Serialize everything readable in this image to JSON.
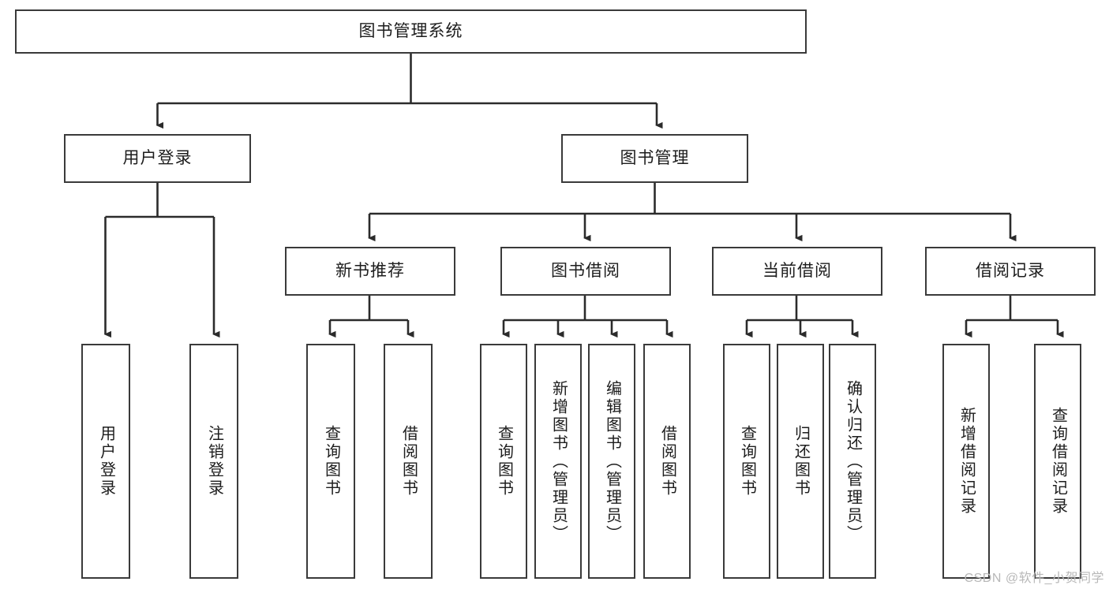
{
  "diagram": {
    "type": "tree-hierarchy",
    "title": "图书管理系统",
    "watermark": "CSDN @软件_小贺同学",
    "colors": {
      "box_border": "#3a3a3a",
      "box_fill": "#ffffff",
      "connector": "#2b2b2b",
      "text": "#1d1d1d",
      "watermark": "#b8b8b8",
      "background": "#ffffff"
    },
    "nodes": {
      "root": {
        "label": "图书管理系统"
      },
      "level2": [
        {
          "id": "user-login",
          "label": "用户登录"
        },
        {
          "id": "book-manage",
          "label": "图书管理"
        }
      ],
      "level3": [
        {
          "id": "new-book-recommend",
          "label": "新书推荐"
        },
        {
          "id": "book-borrow",
          "label": "图书借阅"
        },
        {
          "id": "current-borrow",
          "label": "当前借阅"
        },
        {
          "id": "borrow-record",
          "label": "借阅记录"
        }
      ],
      "leaves": {
        "user-login": [
          {
            "id": "leaf-user-login",
            "label": "用户登录"
          },
          {
            "id": "leaf-logout-login",
            "label": "注销登录"
          }
        ],
        "new-book-recommend": [
          {
            "id": "leaf-query-book-1",
            "label": "查询图书"
          },
          {
            "id": "leaf-borrow-book-1",
            "label": "借阅图书"
          }
        ],
        "book-borrow": [
          {
            "id": "leaf-query-book-2",
            "label": "查询图书"
          },
          {
            "id": "leaf-add-book",
            "label": "新增图书（管理员）"
          },
          {
            "id": "leaf-edit-book",
            "label": "编辑图书（管理员）"
          },
          {
            "id": "leaf-borrow-book-2",
            "label": "借阅图书"
          }
        ],
        "current-borrow": [
          {
            "id": "leaf-query-book-3",
            "label": "查询图书"
          },
          {
            "id": "leaf-return-book",
            "label": "归还图书"
          },
          {
            "id": "leaf-confirm-return",
            "label": "确认归还（管理员）"
          }
        ],
        "borrow-record": [
          {
            "id": "leaf-add-record",
            "label": "新增借阅记录"
          },
          {
            "id": "leaf-query-record",
            "label": "查询借阅记录"
          }
        ]
      }
    }
  }
}
